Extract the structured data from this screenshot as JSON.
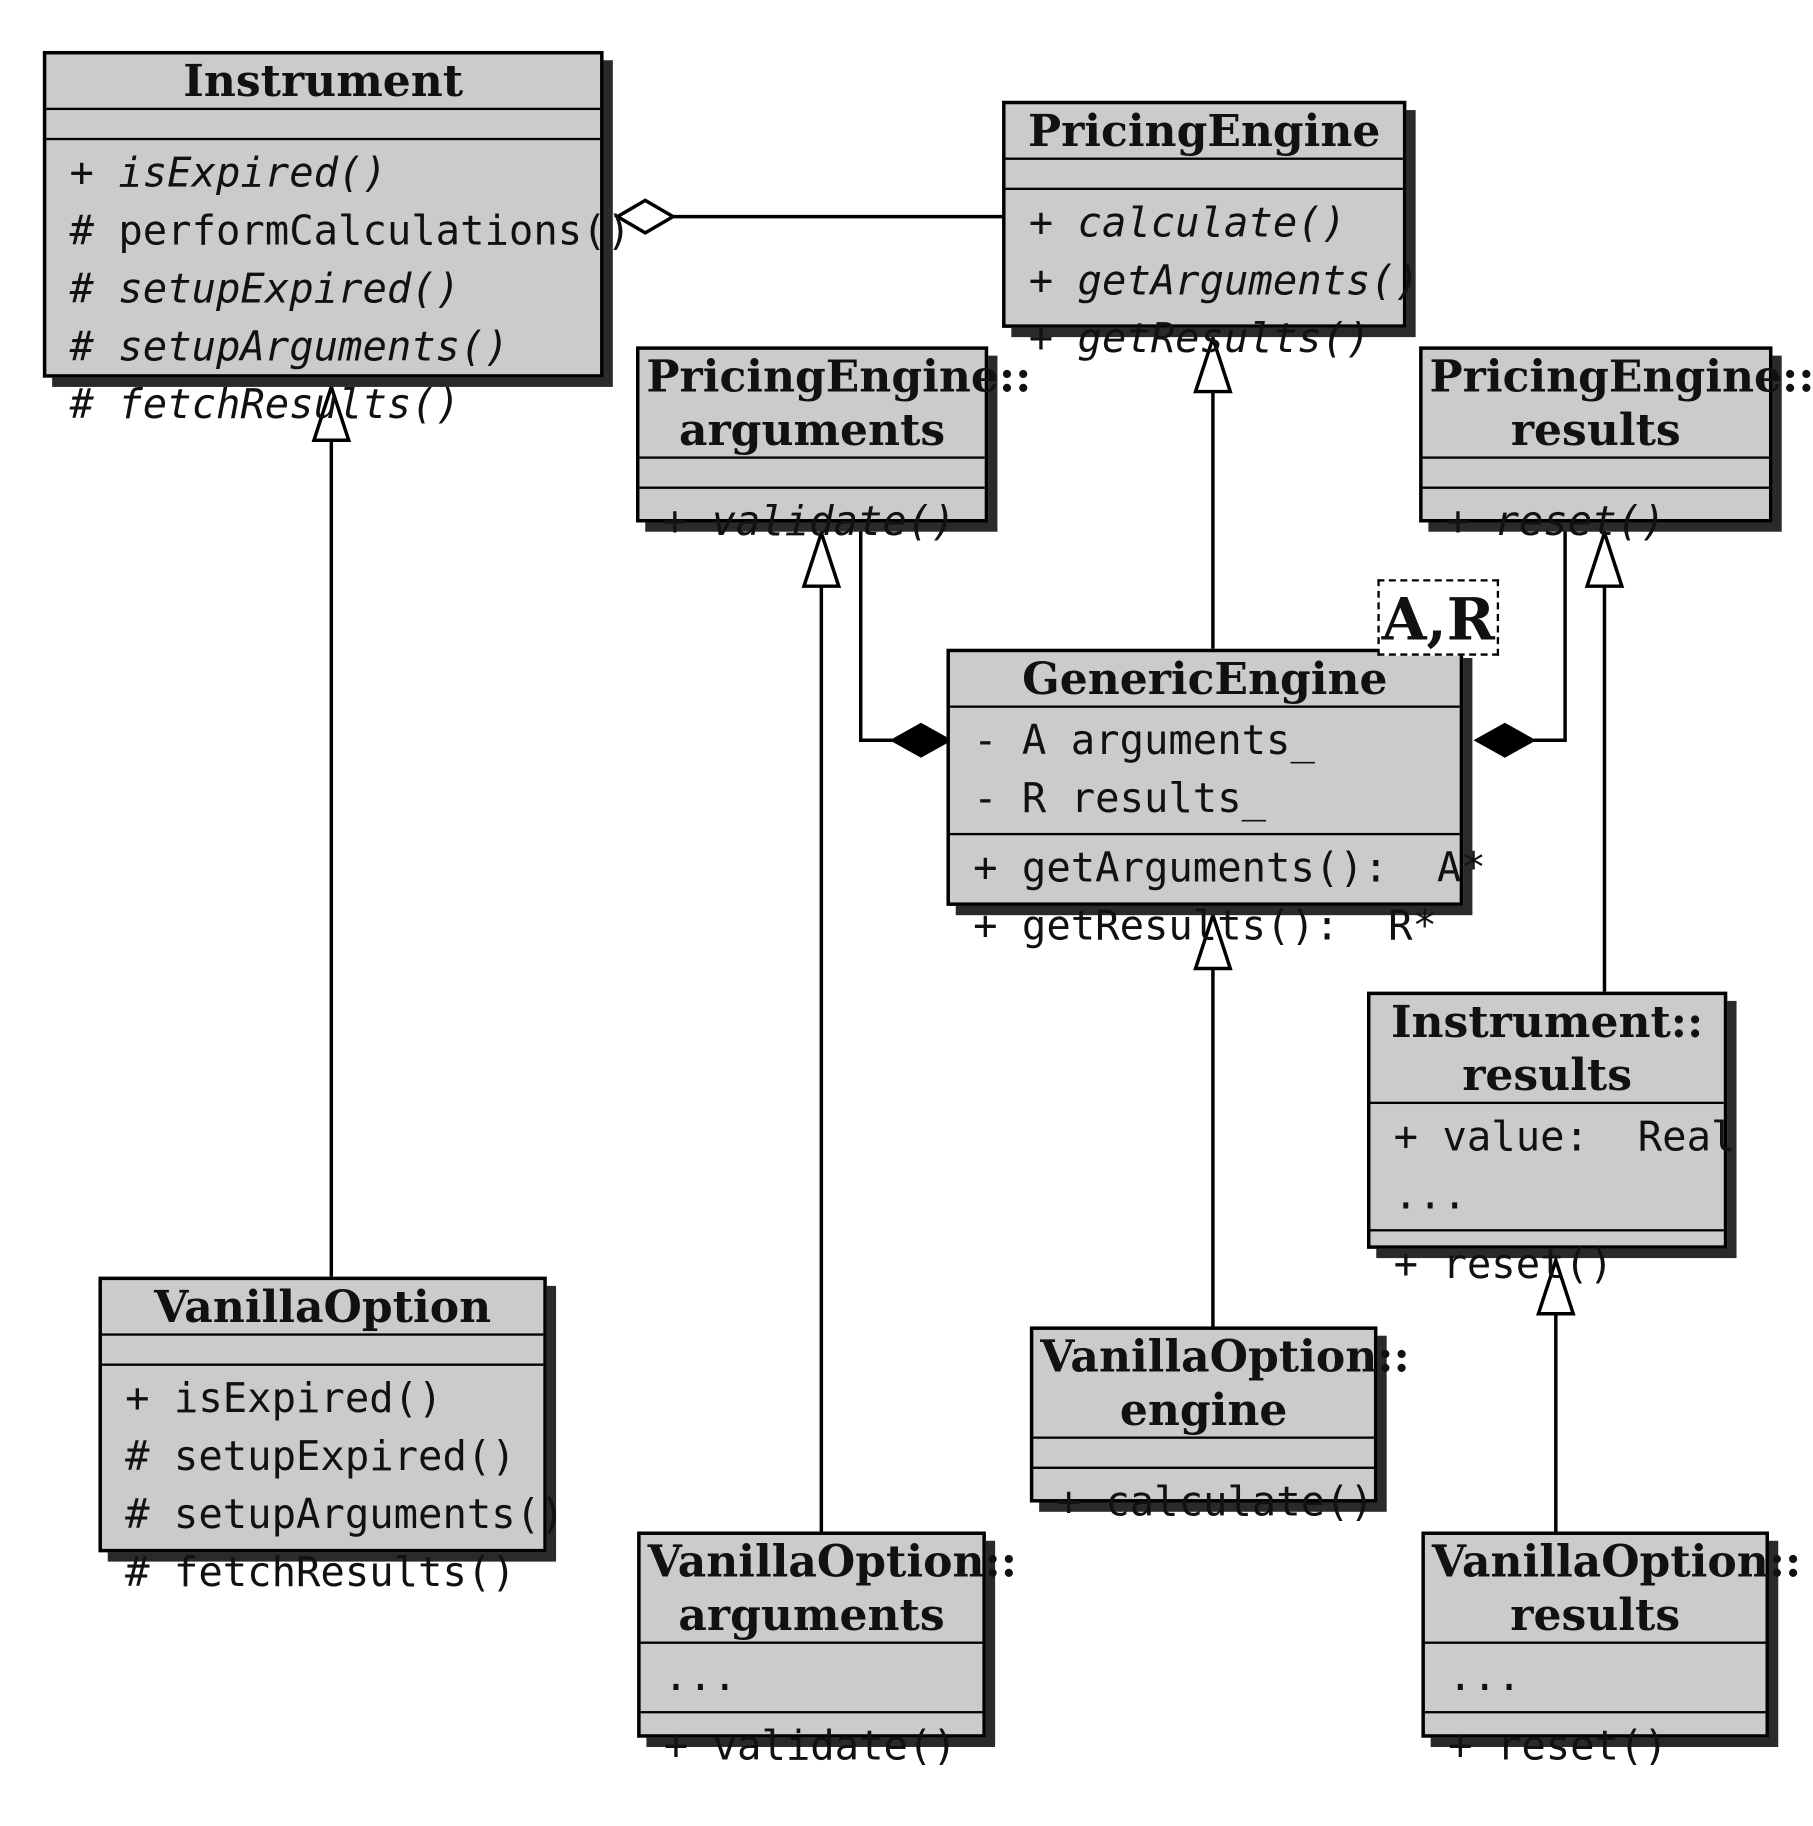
{
  "classes": {
    "instrument": {
      "name": [
        "Instrument"
      ],
      "attributes": [],
      "methods": [
        {
          "text": "+ isExpired()",
          "italic": true
        },
        {
          "text": "# performCalculations()",
          "italic": false
        },
        {
          "text": "# setupExpired()",
          "italic": true
        },
        {
          "text": "# setupArguments()",
          "italic": true
        },
        {
          "text": "# fetchResults()",
          "italic": true
        }
      ]
    },
    "pricing_engine": {
      "name": [
        "PricingEngine"
      ],
      "attributes": [],
      "methods": [
        {
          "text": "+ calculate()",
          "italic": true
        },
        {
          "text": "+ getArguments()",
          "italic": true
        },
        {
          "text": "+ getResults()",
          "italic": true
        }
      ]
    },
    "pe_arguments": {
      "name": [
        "PricingEngine::",
        "arguments"
      ],
      "attributes": [],
      "methods": [
        {
          "text": "+ validate()",
          "italic": true
        }
      ]
    },
    "pe_results": {
      "name": [
        "PricingEngine::",
        "results"
      ],
      "attributes": [],
      "methods": [
        {
          "text": "+ reset()",
          "italic": true
        }
      ]
    },
    "generic_engine": {
      "name": [
        "GenericEngine"
      ],
      "template_params": "A,R",
      "attributes": [
        {
          "text": "- A arguments_",
          "italic": false
        },
        {
          "text": "- R results_",
          "italic": false
        }
      ],
      "methods": [
        {
          "text": "+ getArguments():  A*",
          "italic": false
        },
        {
          "text": "+ getResults():  R*",
          "italic": false
        }
      ]
    },
    "instrument_results": {
      "name": [
        "Instrument::",
        "results"
      ],
      "attributes": [
        {
          "text": "+ value:  Real",
          "italic": false
        },
        {
          "text": "...",
          "italic": false
        }
      ],
      "methods": [
        {
          "text": "+ reset()",
          "italic": false
        }
      ]
    },
    "vanilla_option": {
      "name": [
        "VanillaOption"
      ],
      "attributes": [],
      "methods": [
        {
          "text": "+ isExpired()",
          "italic": false
        },
        {
          "text": "# setupExpired()",
          "italic": false
        },
        {
          "text": "# setupArguments()",
          "italic": false
        },
        {
          "text": "# fetchResults()",
          "italic": false
        }
      ]
    },
    "vo_engine": {
      "name": [
        "VanillaOption::",
        "engine"
      ],
      "attributes": [],
      "methods": [
        {
          "text": "+ calculate()",
          "italic": false
        }
      ]
    },
    "vo_arguments": {
      "name": [
        "VanillaOption::",
        "arguments"
      ],
      "attributes": [
        {
          "text": "...",
          "italic": false
        }
      ],
      "methods": [
        {
          "text": "+ validate()",
          "italic": false
        }
      ]
    },
    "vo_results": {
      "name": [
        "VanillaOption::",
        "results"
      ],
      "attributes": [
        {
          "text": "...",
          "italic": false
        }
      ],
      "methods": [
        {
          "text": "+ reset()",
          "italic": false
        }
      ]
    }
  },
  "relations": [
    {
      "type": "aggregation",
      "from": "instrument",
      "to": "pricing_engine"
    },
    {
      "type": "generalization",
      "from": "vanilla_option",
      "to": "instrument"
    },
    {
      "type": "generalization",
      "from": "generic_engine",
      "to": "pricing_engine"
    },
    {
      "type": "generalization",
      "from": "vo_arguments",
      "to": "pe_arguments"
    },
    {
      "type": "generalization",
      "from": "instrument_results",
      "to": "pe_results"
    },
    {
      "type": "generalization",
      "from": "vo_engine",
      "to": "generic_engine"
    },
    {
      "type": "generalization",
      "from": "vo_results",
      "to": "instrument_results"
    },
    {
      "type": "composition",
      "from": "generic_engine",
      "to": "pe_arguments"
    },
    {
      "type": "composition",
      "from": "generic_engine",
      "to": "pe_results"
    }
  ]
}
